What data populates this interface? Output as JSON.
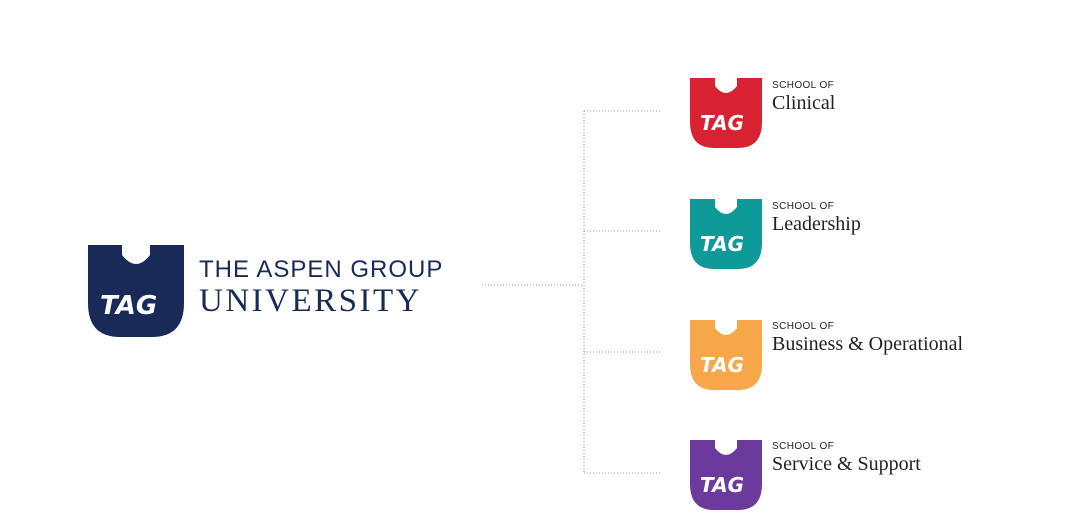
{
  "main": {
    "logo_text": "TAG",
    "title_line1": "THE ASPEN GROUP",
    "title_line2": "UNIVERSITY",
    "color": "#1a2a58"
  },
  "schools": [
    {
      "prefix": "SCHOOL OF",
      "name": "Clinical",
      "color": "#d92231",
      "logo_text": "TAG"
    },
    {
      "prefix": "SCHOOL OF",
      "name": "Leadership",
      "color": "#0f9a9a",
      "logo_text": "TAG"
    },
    {
      "prefix": "SCHOOL OF",
      "name": "Business & Operational",
      "color": "#f7a74a",
      "logo_text": "TAG"
    },
    {
      "prefix": "SCHOOL OF",
      "name": "Service & Support",
      "color": "#6b3a9c",
      "logo_text": "TAG"
    }
  ],
  "icons": {
    "crest": "shield-crest-icon"
  }
}
